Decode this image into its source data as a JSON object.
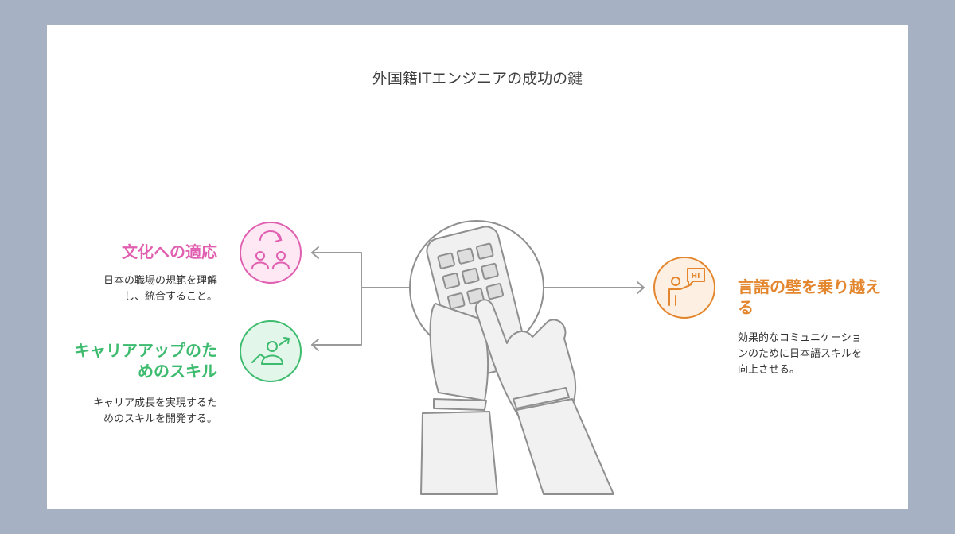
{
  "title": "外国籍ITエンジニアの成功の鍵",
  "items": [
    {
      "label": "文化への適応",
      "description": "日本の職場の規範を理解し、統合すること。",
      "color": "#e05fb0",
      "icon": "people-cycle-icon"
    },
    {
      "label": "キャリアアップのためのスキル",
      "description": "キャリア成長を実現するためのスキルを開発する。",
      "color": "#3dbb6e",
      "icon": "career-growth-icon"
    },
    {
      "label": "言語の壁を乗り越える",
      "description": "効果的なコミュニケーションのために日本語スキルを向上させる。",
      "color": "#e3862e",
      "icon": "speaker-hi-icon",
      "icon_text": "HI"
    }
  ],
  "center_icon": "hand-tapping-phone-icon"
}
